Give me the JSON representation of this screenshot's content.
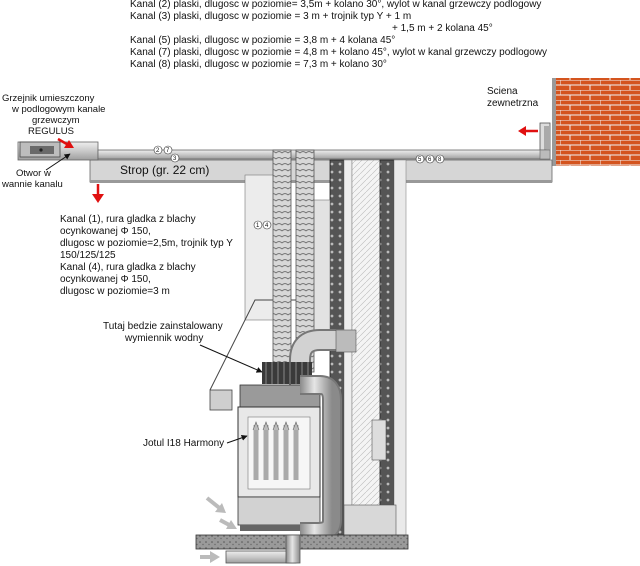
{
  "header_lines": [
    "Kanal (2) plaski, dlugosc w poziomie= 3,5m + kolano 30°, wylot w kanal grzewczy podlogowy",
    "Kanal (3) plaski, dlugosc w poziomie = 3 m + trojnik typ Y + 1 m",
    "+ 1,5 m + 2 kolana 45°",
    "Kanal (5) plaski, dlugosc w poziomie = 3,8 m + 4 kolana 45°",
    "Kanal (7) plaski, dlugosc w poziomie = 4,8 m + kolano 45°, wylot w kanal grzewczy podlogowy",
    "Kanal (8) plaski, dlugosc w poziomie = 7,3 m + kolano 30°"
  ],
  "labels": {
    "grzejnik": [
      "Grzejnik umieszczony",
      "w podlogowym kanale",
      "grzewczym",
      "REGULUS"
    ],
    "otwor": [
      "Otwor w",
      "wannie kanalu"
    ],
    "sciana": [
      "Sciena",
      "zewnetrzna"
    ],
    "strop": "Strop (gr. 22 cm)",
    "kanal14": [
      "Kanal (1), rura gladka z blachy",
      "ocynkowanej Φ 150,",
      "dlugosc w poziomie=2,5m, trojnik typ Y",
      "150/125/125",
      "Kanal (4), rura gladka z blachy",
      "ocynkowanej Φ 150,",
      "dlugosc w poziomie=3 m"
    ],
    "wymiennik": [
      "Tutaj bedzie zainstalowany",
      "wymiennik wodny"
    ],
    "jotul": "Jotul I18 Harmony"
  },
  "circle_labels": {
    "c2": "2",
    "c7": "7",
    "c3": "3",
    "c5": "5",
    "c6": "6",
    "c8": "8",
    "c1": "1",
    "c4": "4"
  },
  "colors": {
    "brick": "#d4541e",
    "mortar": "#f2f2f2",
    "arrow": "#e01010",
    "duct": "#cfcfcf"
  }
}
